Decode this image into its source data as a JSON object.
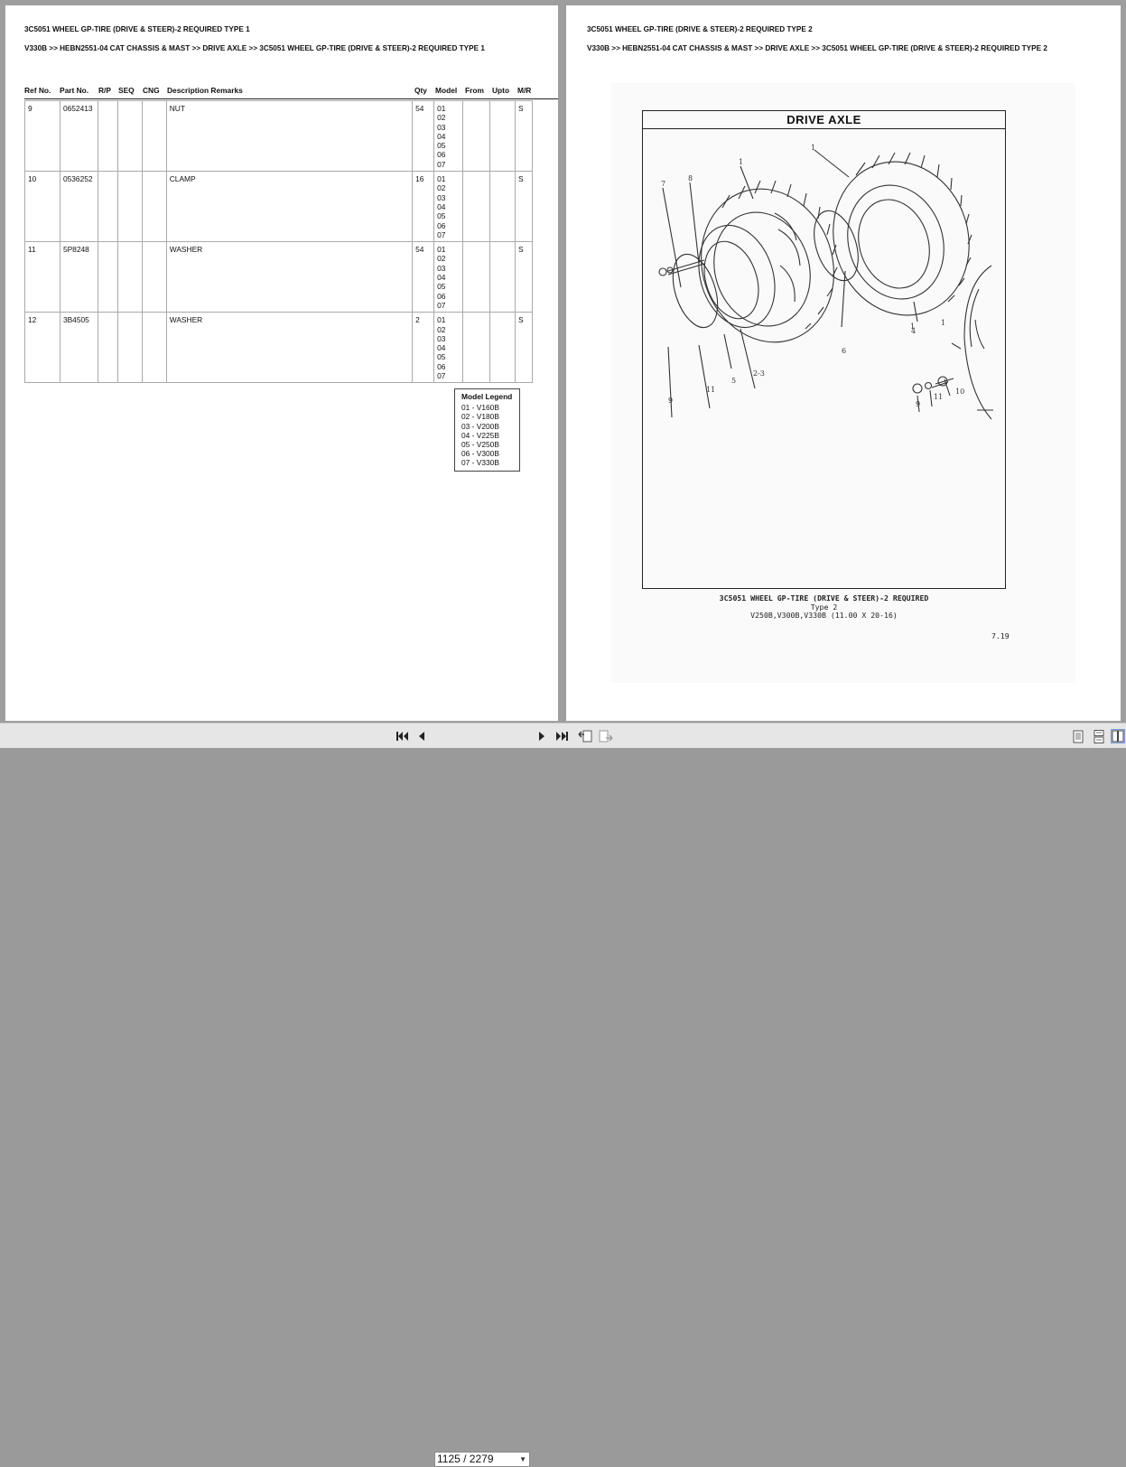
{
  "left_page": {
    "title": "3C5051 WHEEL GP-TIRE (DRIVE & STEER)-2 REQUIRED TYPE 1",
    "path": "V330B >> HEBN2551-04 CAT CHASSIS & MAST >> DRIVE AXLE >> 3C5051 WHEEL GP-TIRE (DRIVE & STEER)-2 REQUIRED TYPE 1",
    "columns": {
      "ref_no": "Ref No.",
      "part_no": "Part No.",
      "rp": "R/P",
      "seq": "SEQ",
      "cng": "CNG",
      "description": "Description Remarks",
      "qty": "Qty",
      "model": "Model",
      "from": "From",
      "upto": "Upto",
      "mr": "M/R"
    },
    "rows": [
      {
        "ref": "9",
        "part": "0652413",
        "desc": "NUT",
        "qty": "54",
        "models": [
          "01",
          "02",
          "03",
          "04",
          "05",
          "06",
          "07"
        ],
        "mr": "S"
      },
      {
        "ref": "10",
        "part": "0536252",
        "desc": "CLAMP",
        "qty": "16",
        "models": [
          "01",
          "02",
          "03",
          "04",
          "05",
          "06",
          "07"
        ],
        "mr": "S"
      },
      {
        "ref": "11",
        "part": "5P8248",
        "desc": "WASHER",
        "qty": "54",
        "models": [
          "01",
          "02",
          "03",
          "04",
          "05",
          "06",
          "07"
        ],
        "mr": "S"
      },
      {
        "ref": "12",
        "part": "3B4505",
        "desc": "WASHER",
        "qty": "2",
        "models": [
          "01",
          "02",
          "03",
          "04",
          "05",
          "06",
          "07"
        ],
        "mr": "S"
      }
    ],
    "legend": {
      "title": "Model Legend",
      "items": [
        "01 - V160B",
        "02 - V180B",
        "03 - V200B",
        "04 - V225B",
        "05 - V250B",
        "06 - V300B",
        "07 - V330B"
      ]
    }
  },
  "right_page": {
    "title": "3C5051 WHEEL GP-TIRE (DRIVE & STEER)-2 REQUIRED TYPE 2",
    "path": "V330B >> HEBN2551-04 CAT CHASSIS & MAST >> DRIVE AXLE >> 3C5051 WHEEL GP-TIRE (DRIVE & STEER)-2 REQUIRED TYPE 2",
    "drawing": {
      "heading": "DRIVE AXLE",
      "callouts": [
        "1",
        "1",
        "7",
        "8",
        "1",
        "4",
        "6",
        "5",
        "2-3",
        "11",
        "9",
        "1",
        "10",
        "11",
        "9"
      ],
      "caption_line1": "3C5051 WHEEL GP-TIRE (DRIVE & STEER)-2 REQUIRED",
      "caption_line2": "Type 2",
      "caption_line3": "V250B,V300B,V330B (11.00 X 20-16)",
      "page_ref": "7.19"
    }
  },
  "toolbar": {
    "page_value": "1125 / 2279",
    "icons": [
      "first-page-icon",
      "prev-page-icon",
      "next-page-icon",
      "last-page-icon",
      "previous-view-icon",
      "next-view-icon",
      "single-page-view-icon",
      "continuous-view-icon",
      "two-page-view-icon"
    ]
  }
}
